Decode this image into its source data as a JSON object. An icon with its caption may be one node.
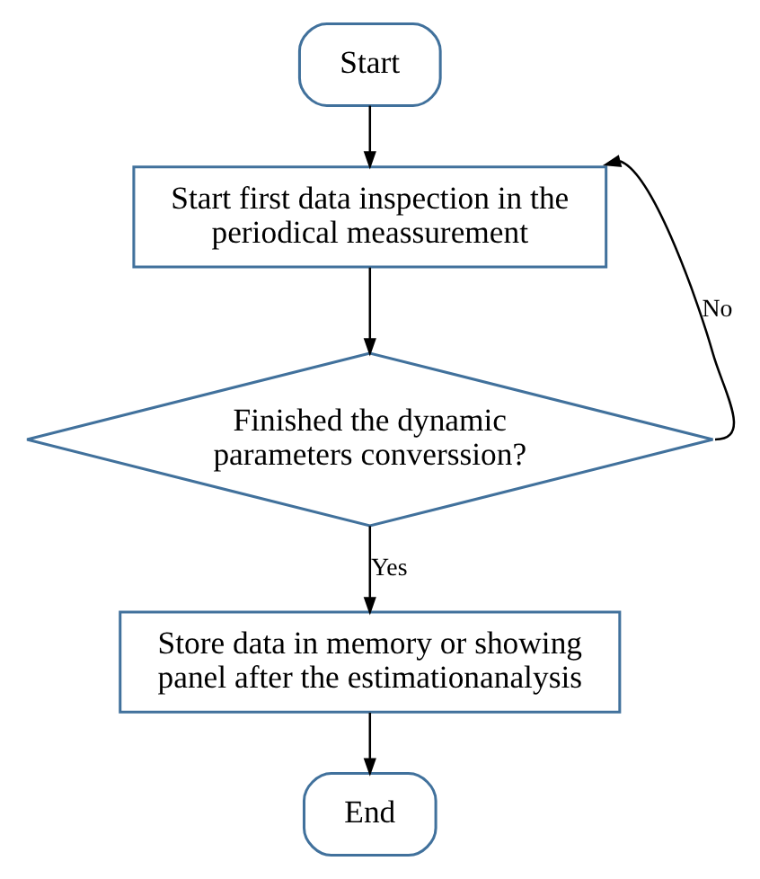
{
  "diagram": {
    "nodes": [
      {
        "text": [
          "Start"
        ]
      },
      {
        "text": [
          "Start first data inspection in the periodical meassurement"
        ]
      },
      {
        "text": [
          "Finished the dynamic parameters converssion?"
        ]
      },
      {
        "text": [
          "Store data in memory or showing panel after the estimationanalysis"
        ]
      },
      {
        "text": [
          "End"
        ]
      }
    ],
    "edges": [
      {
        "from": 0,
        "to": 1,
        "arrow": "to"
      },
      {
        "from": 1,
        "to": 2,
        "arrow": "to"
      },
      {
        "from": 2,
        "to": 1,
        "label": "No",
        "arrow": "to"
      },
      {
        "from": 2,
        "to": 3,
        "label": "Yes",
        "arrow": "to"
      },
      {
        "from": 3,
        "to": 4,
        "arrow": "to"
      }
    ]
  }
}
